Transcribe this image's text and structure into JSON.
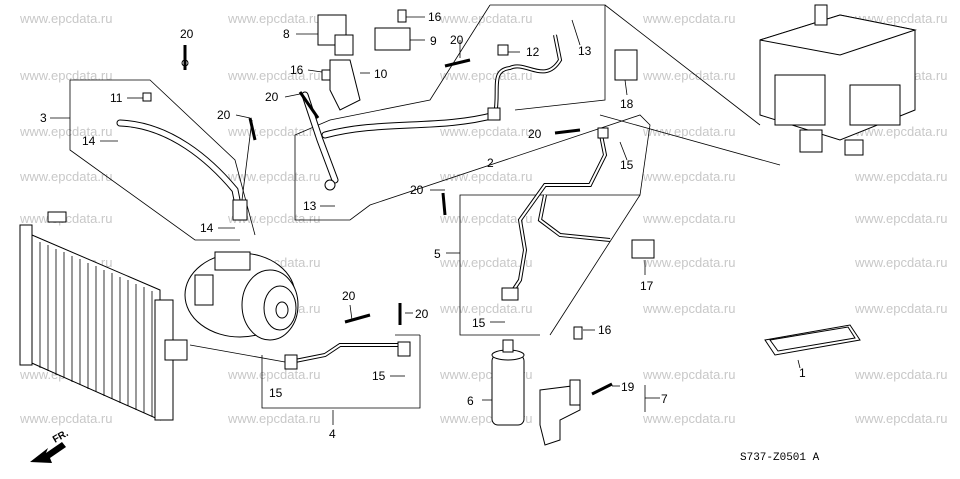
{
  "watermark": "www.epcdata.ru",
  "diagram_code": "S737-Z0501 A",
  "direction_label": "FR.",
  "callouts": {
    "c1": "1",
    "c2": "2",
    "c3": "3",
    "c4": "4",
    "c5": "5",
    "c6": "6",
    "c7": "7",
    "c8": "8",
    "c9": "9",
    "c10": "10",
    "c11": "11",
    "c12": "12",
    "c13a": "13",
    "c13b": "13",
    "c14a": "14",
    "c14b": "14",
    "c15a": "15",
    "c15b": "15",
    "c15c": "15",
    "c15d": "15",
    "c16a": "16",
    "c16b": "16",
    "c16c": "16",
    "c17": "17",
    "c18": "18",
    "c19": "19",
    "c20a": "20",
    "c20b": "20",
    "c20c": "20",
    "c20d": "20",
    "c20e": "20",
    "c20f": "20",
    "c20g": "20"
  }
}
